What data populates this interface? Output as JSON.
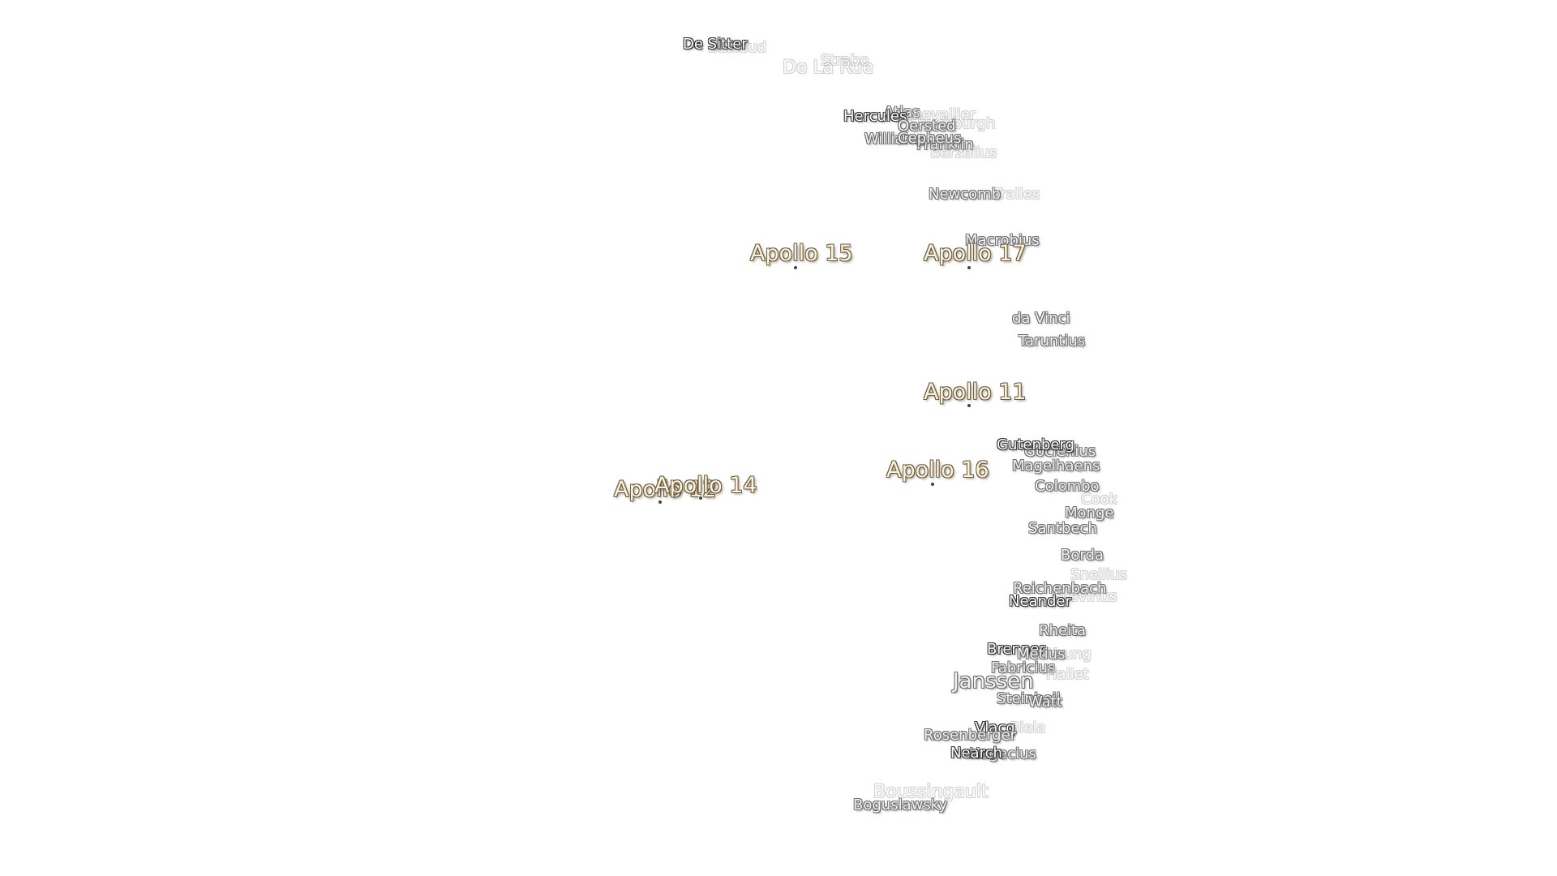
{
  "apollo_sites": [
    {
      "name": "Apollo 15"
    },
    {
      "name": "Apollo 17"
    },
    {
      "name": "Apollo 11"
    },
    {
      "name": "Apollo 16"
    },
    {
      "name": "Apollo 14"
    },
    {
      "name": "Apollo 12"
    }
  ],
  "craters": [
    {
      "name": "De Sitter"
    },
    {
      "name": "Baillaud"
    },
    {
      "name": "Strabo"
    },
    {
      "name": "De La Rue"
    },
    {
      "name": "Atlas"
    },
    {
      "name": "Hercules"
    },
    {
      "name": "Chevallier"
    },
    {
      "name": "Oersted"
    },
    {
      "name": "Shuckburgh"
    },
    {
      "name": "Williams"
    },
    {
      "name": "Cepheus"
    },
    {
      "name": "Franklin"
    },
    {
      "name": "Berzelius"
    },
    {
      "name": "Newcomb"
    },
    {
      "name": "Tralles"
    },
    {
      "name": "Macrobius"
    },
    {
      "name": "da Vinci"
    },
    {
      "name": "Taruntius"
    },
    {
      "name": "Gutenberg"
    },
    {
      "name": "Goclenius"
    },
    {
      "name": "Magelhaens"
    },
    {
      "name": "Colombo"
    },
    {
      "name": "Cook"
    },
    {
      "name": "Monge"
    },
    {
      "name": "Santbech"
    },
    {
      "name": "Borda"
    },
    {
      "name": "Snellius"
    },
    {
      "name": "Reichenbach"
    },
    {
      "name": "Neander"
    },
    {
      "name": "Stevinus"
    },
    {
      "name": "Rheita"
    },
    {
      "name": "Brenner"
    },
    {
      "name": "Metius"
    },
    {
      "name": "Young"
    },
    {
      "name": "Fabricius"
    },
    {
      "name": "Hallet"
    },
    {
      "name": "Janssen"
    },
    {
      "name": "Steinheil"
    },
    {
      "name": "Watt"
    },
    {
      "name": "Vlacq"
    },
    {
      "name": "Biela"
    },
    {
      "name": "Rosenberger"
    },
    {
      "name": "Nearch"
    },
    {
      "name": "Hagecius"
    },
    {
      "name": "Boussingault"
    },
    {
      "name": "Boguslawsky"
    }
  ]
}
